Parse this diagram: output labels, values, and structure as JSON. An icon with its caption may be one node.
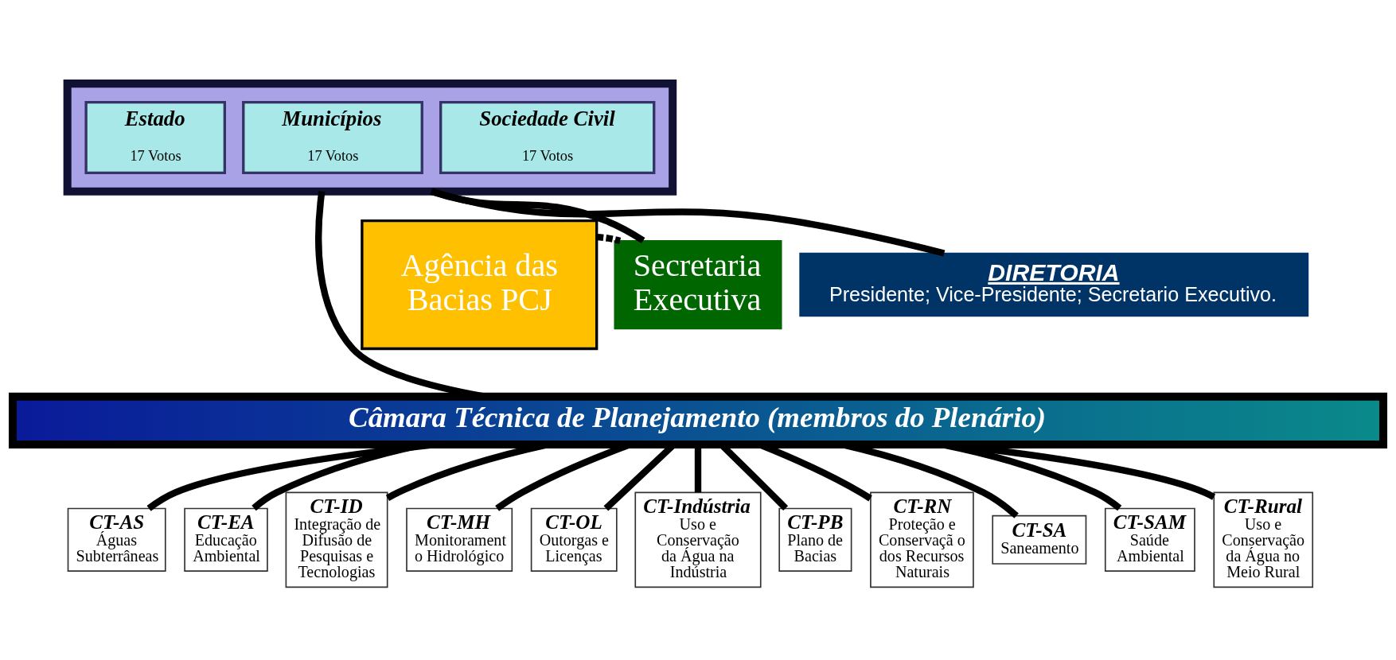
{
  "diagram": {
    "nodes": [
      {
        "text": [],
        "shape": "box"
      },
      {
        "text": [
          "Estado",
          "17 Votos"
        ],
        "in": 0
      },
      {
        "text": [
          "Municípios",
          "17 Votos"
        ],
        "in": 0
      },
      {
        "text": [
          "Sociedade Civil",
          "17 Votos"
        ],
        "in": 0
      },
      {
        "text": [
          "Agência das Bacias PCJ"
        ]
      },
      {
        "text": [
          "Secretaria Executiva"
        ]
      },
      {
        "text": [
          "DIRETORIA",
          "Presidente; Vice-Presidente; Secretario Executivo."
        ]
      },
      {
        "text": [
          "Câmara Técnica de Planejamento (membros do Plenário)"
        ]
      },
      {
        "text": [
          "CT-AS",
          "Águas Subterrâneas"
        ]
      },
      {
        "text": [
          "CT-EA",
          "Educação Ambiental"
        ]
      },
      {
        "text": [
          "CT-ID",
          "Integração de Difusão de Pesquisas e Tecnologias"
        ]
      },
      {
        "text": [
          "CT-MH",
          "Monitorament o Hidrológico"
        ]
      },
      {
        "text": [
          "CT-OL",
          "Outorgas e Licenças"
        ]
      },
      {
        "text": [
          "CT-Indústria",
          "Uso e Conservação da Água na Indústria"
        ]
      },
      {
        "text": [
          "CT-PB",
          "Plano de Bacias"
        ]
      },
      {
        "text": [
          "CT-RN",
          "Proteção e Conservaçã o dos Recursos Naturais"
        ]
      },
      {
        "text": [
          "CT-SA",
          "Saneamento"
        ]
      },
      {
        "text": [
          "CT-SAM",
          "Saúde Ambiental"
        ]
      },
      {
        "text": [
          "CT-Rural",
          "Uso e Conservação da Água no Meio Rural"
        ]
      }
    ],
    "edges": [
      {
        "from": 0,
        "to": 5,
        "arrow": "none"
      },
      {
        "from": 0,
        "to": 6,
        "arrow": "none"
      },
      {
        "from": 0,
        "to": 7,
        "arrow": "none"
      },
      {
        "from": 4,
        "to": 5,
        "arrow": "none",
        "style": "dashed"
      },
      {
        "from": 7,
        "to": 8,
        "arrow": "none"
      },
      {
        "from": 7,
        "to": 9,
        "arrow": "none"
      },
      {
        "from": 7,
        "to": 10,
        "arrow": "none"
      },
      {
        "from": 7,
        "to": 11,
        "arrow": "none"
      },
      {
        "from": 7,
        "to": 12,
        "arrow": "none"
      },
      {
        "from": 7,
        "to": 13,
        "arrow": "none"
      },
      {
        "from": 7,
        "to": 14,
        "arrow": "none"
      },
      {
        "from": 7,
        "to": 15,
        "arrow": "none"
      },
      {
        "from": 7,
        "to": 16,
        "arrow": "none"
      },
      {
        "from": 7,
        "to": 17,
        "arrow": "none"
      },
      {
        "from": 7,
        "to": 18,
        "arrow": "none"
      }
    ]
  }
}
